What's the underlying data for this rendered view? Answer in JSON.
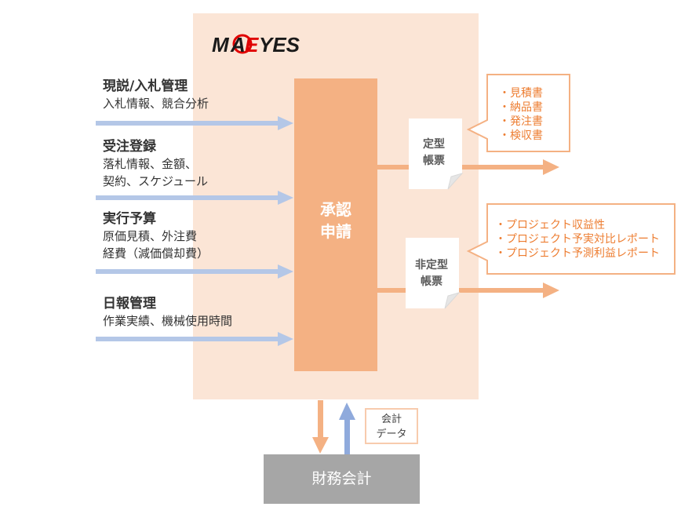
{
  "logo": {
    "text": "MAEYES"
  },
  "inputs": [
    {
      "title": "現説/入札管理",
      "lines": [
        "入札情報、競合分析"
      ]
    },
    {
      "title": "受注登録",
      "lines": [
        "落札情報、金額、",
        "契約、スケジュール"
      ]
    },
    {
      "title": "実行予算",
      "lines": [
        "原価見積、外注費",
        "経費（減価償却費）"
      ]
    },
    {
      "title": "日報管理",
      "lines": [
        "作業実績、機械使用時間"
      ]
    }
  ],
  "approval": {
    "line1": "承認",
    "line2": "申請"
  },
  "outputs": [
    {
      "doc_line1": "定型",
      "doc_line2": "帳票",
      "items": [
        "・見積書",
        "・納品書",
        "・発注書",
        "・検収書"
      ]
    },
    {
      "doc_line1": "非定型",
      "doc_line2": "帳票",
      "items": [
        "・プロジェクト収益性",
        "・プロジェクト予実対比レポート",
        "・プロジェクト予測利益レポート"
      ]
    }
  ],
  "finance": {
    "label": "財務会計",
    "data_line1": "会計",
    "data_line2": "データ"
  },
  "colors": {
    "panel": "#fbe5d6",
    "approval": "#f4b183",
    "orange_arrow": "#f4b183",
    "blue_arrow": "#b4c7e7",
    "callout_border": "#f4b183",
    "callout_text": "#ed7d31",
    "finance": "#a6a6a6",
    "logo_red": "#e00000"
  }
}
